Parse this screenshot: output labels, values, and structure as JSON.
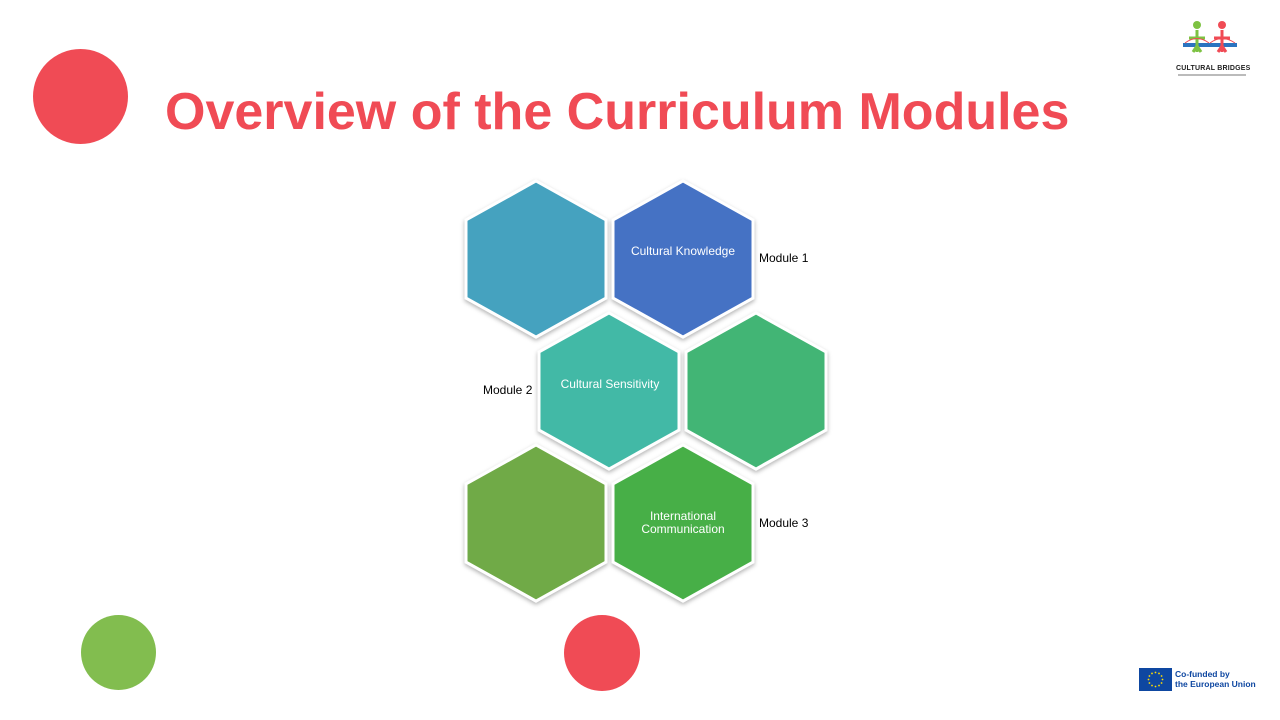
{
  "title": "Overview of the Curriculum Modules",
  "logo": {
    "text": "CULTURAL BRIDGES"
  },
  "hexagons": [
    {
      "label": "",
      "color": "#44A2BF"
    },
    {
      "label": "Cultural Knowledge",
      "color": "#4472C4"
    },
    {
      "label": "Cultural Sensitivity",
      "color": "#43B9A6"
    },
    {
      "label": "",
      "color": "#43B574"
    },
    {
      "label": "",
      "color": "#70AA46"
    },
    {
      "label": "International Communication",
      "color": "#47AF47"
    }
  ],
  "modules": [
    "Module 1",
    "Module 2",
    "Module 3"
  ],
  "eu": {
    "line1": "Co-funded by",
    "line2": "the European Union"
  },
  "colors": {
    "red": "#F04B55",
    "green": "#82BD4F"
  }
}
